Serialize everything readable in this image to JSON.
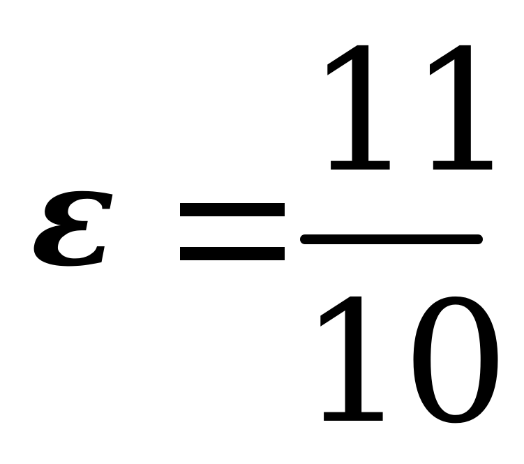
{
  "equation": {
    "symbol": "ε",
    "numerator": "11",
    "denominator": "10"
  }
}
